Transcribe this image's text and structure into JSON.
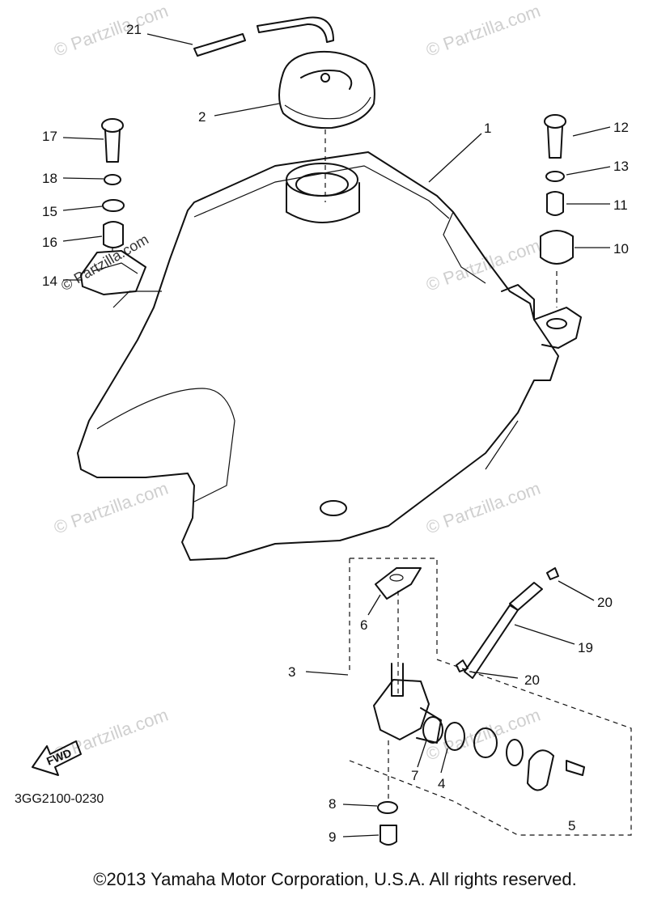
{
  "callouts": {
    "c1": "1",
    "c2": "2",
    "c3": "3",
    "c4": "4",
    "c5": "5",
    "c6": "6",
    "c7": "7",
    "c8": "8",
    "c9": "9",
    "c10": "10",
    "c11": "11",
    "c12": "12",
    "c13": "13",
    "c14": "14",
    "c15": "15",
    "c16": "16",
    "c17": "17",
    "c18": "18",
    "c19": "19",
    "c20a": "20",
    "c20b": "20",
    "c21": "21"
  },
  "fwd_label": "FWD",
  "diagram_code": "3GG2100-0230",
  "watermark": "© Partzilla.com",
  "copyright": "©2013 Yamaha Motor Corporation, U.S.A. All rights reserved."
}
